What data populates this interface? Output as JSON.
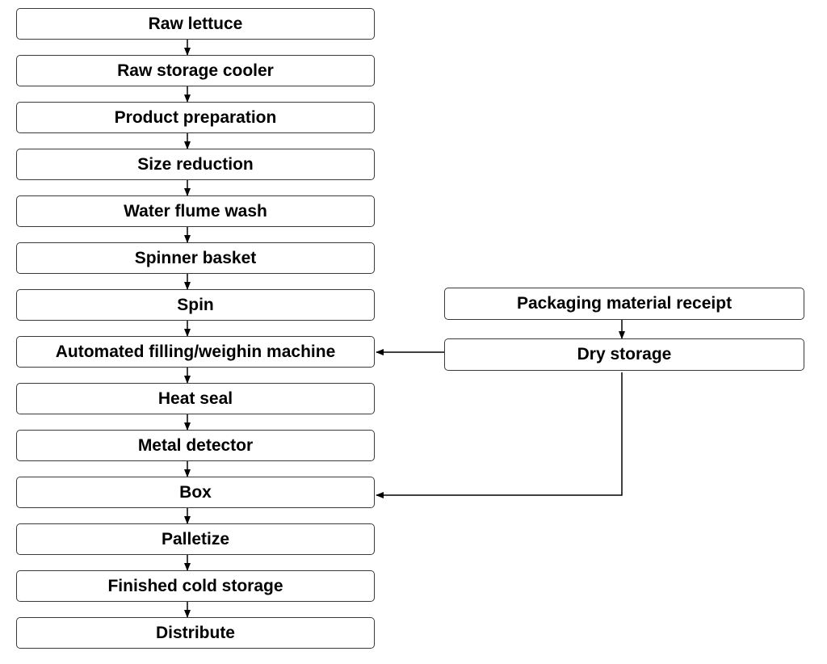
{
  "main_flow": [
    {
      "label": "Raw lettuce"
    },
    {
      "label": "Raw storage cooler"
    },
    {
      "label": "Product preparation"
    },
    {
      "label": "Size reduction"
    },
    {
      "label": "Water flume wash"
    },
    {
      "label": "Spinner basket"
    },
    {
      "label": "Spin"
    },
    {
      "label": "Automated filling/weighin machine"
    },
    {
      "label": "Heat seal"
    },
    {
      "label": "Metal detector"
    },
    {
      "label": "Box"
    },
    {
      "label": "Palletize"
    },
    {
      "label": "Finished cold storage"
    },
    {
      "label": "Distribute"
    }
  ],
  "side_flow": [
    {
      "label": "Packaging material receipt"
    },
    {
      "label": "Dry storage"
    }
  ],
  "colors": {
    "border": "#3a3a3a",
    "arrow": "#000000",
    "background": "#ffffff"
  }
}
